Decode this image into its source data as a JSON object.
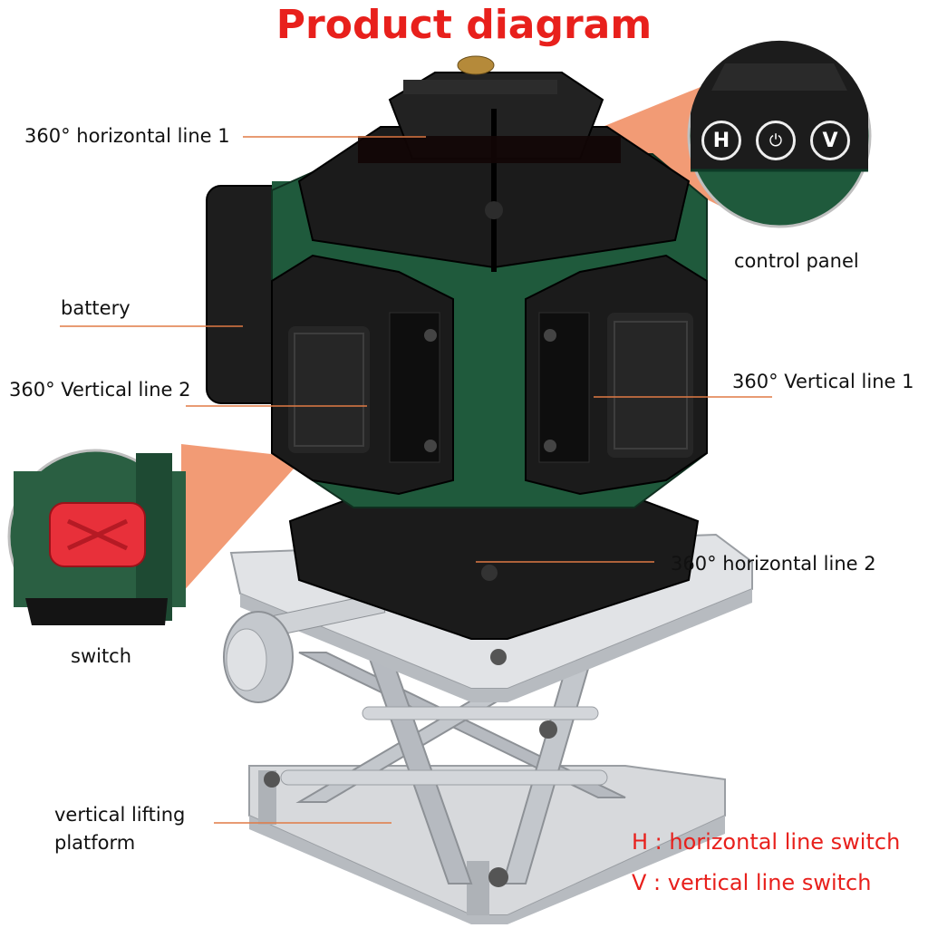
{
  "title": "Product diagram",
  "labels": {
    "horizontal_line_1": "360° horizontal line 1",
    "control_panel": "control panel",
    "battery": "battery",
    "vertical_line_2": "360° Vertical line 2",
    "vertical_line_1": "360° Vertical line 1",
    "horizontal_line_2": "360° horizontal line 2",
    "switch": "switch",
    "vertical_lifting_platform": [
      "vertical lifting",
      "platform"
    ]
  },
  "control_buttons": [
    "H",
    "V"
  ],
  "legend": [
    "H : horizontal line switch",
    "V : vertical line switch"
  ],
  "colors": {
    "title": "#e8201c",
    "legend": "#e8201c",
    "leader_line": "#e07a45",
    "body_green": "#1f5a3c",
    "body_black": "#1b1b1b",
    "callout_wedge": "#f08a5d",
    "switch_red": "#e8303a",
    "aluminum": "#c9ccd0"
  },
  "icons": [
    "laser-level-icon",
    "power-icon",
    "lifting-platform-icon"
  ]
}
